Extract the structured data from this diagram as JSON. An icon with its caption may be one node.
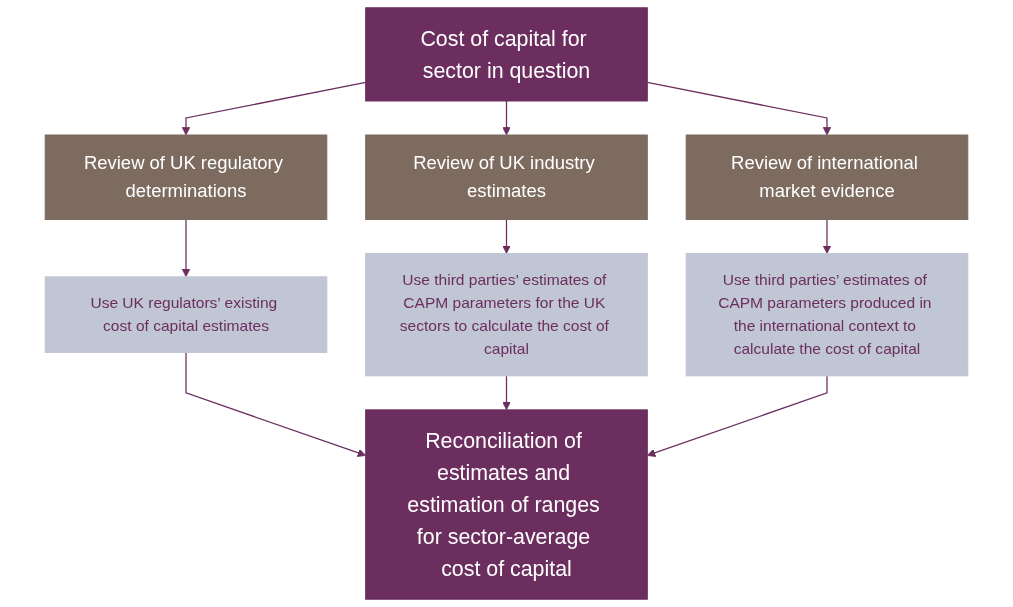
{
  "diagram": {
    "nodes": [
      {
        "text": [
          "Cost of capital for sector in question"
        ]
      },
      {
        "text": [
          "Review of UK regulatory determinations"
        ]
      },
      {
        "text": [
          "Review of UK industry estimates"
        ]
      },
      {
        "text": [
          "Review of international market evidence"
        ]
      },
      {
        "text": [
          "Use UK regulators’ existing cost of capital estimates"
        ]
      },
      {
        "text": [
          "Use third parties’ estimates of CAPM parameters for the UK sectors to calculate the cost of capital"
        ]
      },
      {
        "text": [
          "Use third parties’ estimates of CAPM parameters produced in the international context to calculate the cost of capital"
        ]
      },
      {
        "text": [
          "Reconciliation of estimates and estimation of ranges for sector-average cost of capital"
        ]
      }
    ],
    "edges": [
      {
        "from": 0,
        "to": 1,
        "arrow": "to"
      },
      {
        "from": 0,
        "to": 2,
        "arrow": "to"
      },
      {
        "from": 0,
        "to": 3,
        "arrow": "to"
      },
      {
        "from": 1,
        "to": 4,
        "arrow": "to"
      },
      {
        "from": 2,
        "to": 5,
        "arrow": "to"
      },
      {
        "from": 3,
        "to": 6,
        "arrow": "to"
      },
      {
        "from": 4,
        "to": 7,
        "arrow": "to"
      },
      {
        "from": 5,
        "to": 7,
        "arrow": "to"
      },
      {
        "from": 6,
        "to": 7,
        "arrow": "to"
      }
    ]
  }
}
